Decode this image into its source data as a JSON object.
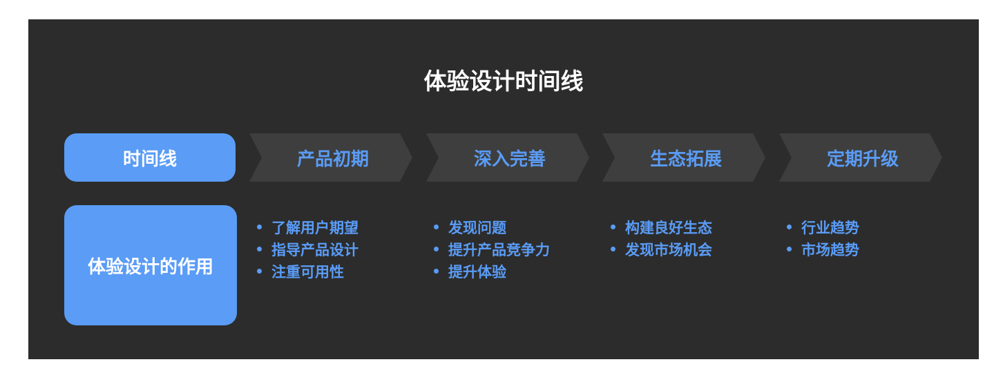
{
  "title": "体验设计时间线",
  "row_labels": {
    "timeline": "时间线",
    "role": "体验设计的作用"
  },
  "stages": [
    {
      "name": "产品初期",
      "items": [
        "了解用户期望",
        "指导产品设计",
        "注重可用性"
      ]
    },
    {
      "name": "深入完善",
      "items": [
        "发现问题",
        "提升产品竞争力",
        "提升体验"
      ]
    },
    {
      "name": "生态拓展",
      "items": [
        "构建良好生态",
        "发现市场机会"
      ]
    },
    {
      "name": "定期升级",
      "items": [
        "行业趋势",
        "市场趋势"
      ]
    }
  ],
  "colors": {
    "background": "#2c2c2c",
    "accent": "#5a9cf6",
    "chevron": "#3e3e3e",
    "title": "#ffffff"
  }
}
